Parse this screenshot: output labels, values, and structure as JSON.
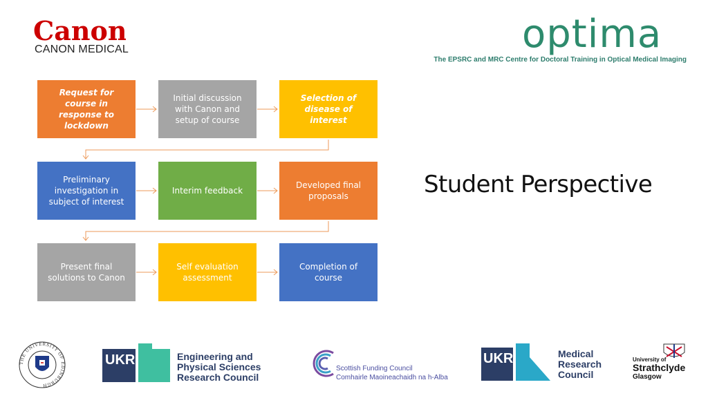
{
  "header": {
    "canon_logo": "Canon",
    "canon_sub": "CANON MEDICAL",
    "optima_logo": "optima",
    "epsrc_line": "The EPSRC and MRC Centre for Doctoral Training in Optical Medical Imaging"
  },
  "slide": {
    "title": "Student Perspective"
  },
  "flow": {
    "steps": [
      {
        "label": "Request for course in response to lockdown",
        "color": "#ed7d31"
      },
      {
        "label": "Initial discussion with Canon and setup of course",
        "color": "#a5a5a5"
      },
      {
        "label": "Selection of disease of interest",
        "color": "#ffc000"
      },
      {
        "label": "Preliminary investigation in subject of interest",
        "color": "#4472c4"
      },
      {
        "label": "Interim feedback",
        "color": "#70ad47"
      },
      {
        "label": "Developed final proposals",
        "color": "#ed7d31"
      },
      {
        "label": "Present final solutions to Canon",
        "color": "#a5a5a5"
      },
      {
        "label": "Self evaluation assessment",
        "color": "#ffc000"
      },
      {
        "label": "Completion of course",
        "color": "#4472c4"
      }
    ]
  },
  "footer": {
    "edinburgh": "THE UNIVERSITY OF EDINBURGH",
    "ukri_mark": "UKRI",
    "epsrc_name": [
      "Engineering and",
      "Physical Sciences",
      "Research Council"
    ],
    "sfc_name": [
      "Scottish Funding Council",
      "Comhairle Maoineachaidh na h-Alba"
    ],
    "mrc_name": [
      "Medical",
      "Research",
      "Council"
    ],
    "strathclyde": [
      "University of",
      "Strathclyde",
      "Glasgow"
    ]
  }
}
